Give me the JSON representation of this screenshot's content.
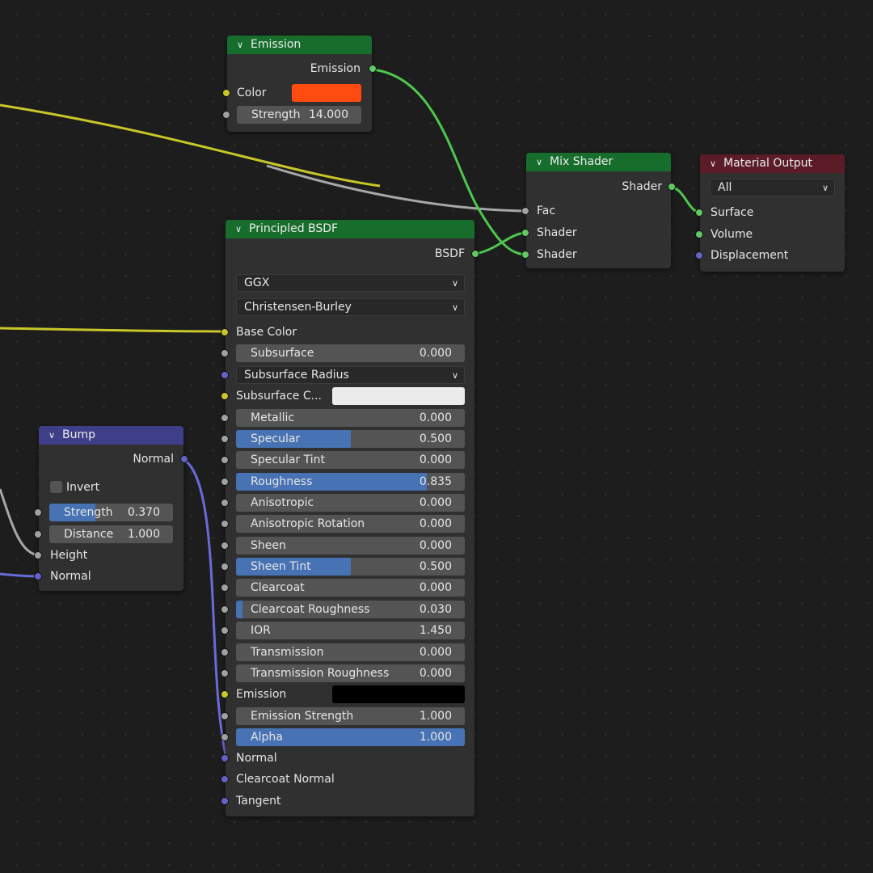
{
  "emission_node": {
    "title": "Emission",
    "output": "Emission",
    "color_label": "Color",
    "color_value": "#ff4b0f",
    "strength_label": "Strength",
    "strength_value": "14.000"
  },
  "mix_shader": {
    "title": "Mix Shader",
    "output": "Shader",
    "fac_label": "Fac",
    "shader1_label": "Shader",
    "shader2_label": "Shader"
  },
  "material_output": {
    "title": "Material Output",
    "target": "All",
    "surface_label": "Surface",
    "volume_label": "Volume",
    "displacement_label": "Displacement"
  },
  "bump": {
    "title": "Bump",
    "output": "Normal",
    "invert_label": "Invert",
    "invert_checked": false,
    "strength_label": "Strength",
    "strength_value": "0.370",
    "strength_fraction": 0.37,
    "distance_label": "Distance",
    "distance_value": "1.000",
    "height_label": "Height",
    "normal_label": "Normal"
  },
  "principled": {
    "title": "Principled BSDF",
    "output": "BSDF",
    "distribution": "GGX",
    "subsurface_method": "Christensen-Burley",
    "base_color_label": "Base Color",
    "subsurface_radius_label": "Subsurface Radius",
    "subsurface_color_label": "Subsurface C...",
    "subsurface_color_value": "#ececec",
    "emission_label": "Emission",
    "emission_color_value": "#000000",
    "normal_label": "Normal",
    "clearcoat_normal_label": "Clearcoat Normal",
    "tangent_label": "Tangent",
    "fields": [
      {
        "name": "Subsurface",
        "value": "0.000",
        "fraction": 0
      },
      {
        "name": "Metallic",
        "value": "0.000",
        "fraction": 0
      },
      {
        "name": "Specular",
        "value": "0.500",
        "fraction": 0.5
      },
      {
        "name": "Specular Tint",
        "value": "0.000",
        "fraction": 0
      },
      {
        "name": "Roughness",
        "value": "0.835",
        "fraction": 0.835
      },
      {
        "name": "Anisotropic",
        "value": "0.000",
        "fraction": 0
      },
      {
        "name": "Anisotropic Rotation",
        "value": "0.000",
        "fraction": 0
      },
      {
        "name": "Sheen",
        "value": "0.000",
        "fraction": 0
      },
      {
        "name": "Sheen Tint",
        "value": "0.500",
        "fraction": 0.5
      },
      {
        "name": "Clearcoat",
        "value": "0.000",
        "fraction": 0
      },
      {
        "name": "Clearcoat Roughness",
        "value": "0.030",
        "fraction": 0.03
      },
      {
        "name": "IOR",
        "value": "1.450",
        "fraction": 0
      },
      {
        "name": "Transmission",
        "value": "0.000",
        "fraction": 0
      },
      {
        "name": "Transmission Roughness",
        "value": "0.000",
        "fraction": 0
      },
      {
        "name": "Emission Strength",
        "value": "1.000",
        "fraction": 0
      },
      {
        "name": "Alpha",
        "value": "1.000",
        "fraction": 1
      }
    ]
  },
  "colors": {
    "shader_header": "#176e2c",
    "vector_header": "#3e3e89",
    "output_header": "#5b1c28",
    "socket_color": "#c7c729",
    "socket_float": "#a1a1a1",
    "socket_shader": "#63c763",
    "socket_vector": "#6363c7",
    "slider_fill": "#4772b3"
  }
}
